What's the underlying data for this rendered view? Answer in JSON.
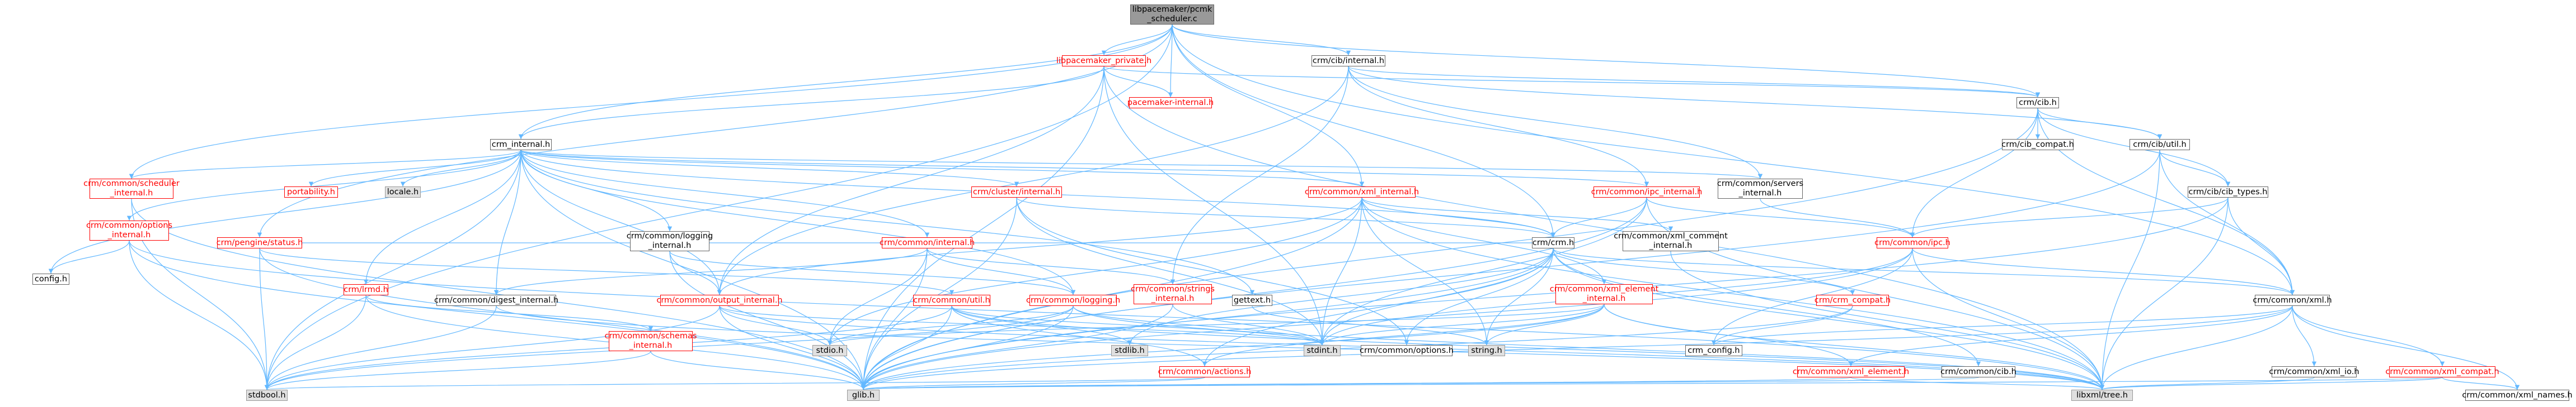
{
  "colors": {
    "edge": "#63b8ff",
    "root_fill": "#999999",
    "grey_fill": "#e0e0e0",
    "red_text": "#ff0000",
    "border": "#666666"
  },
  "nodes": [
    {
      "id": "scheduler",
      "label": "libpacemaker/pcmk\n_scheduler.c",
      "style": "root"
    },
    {
      "id": "libpm_private",
      "label": "libpacemaker_private.h",
      "style": "red"
    },
    {
      "id": "cib_internal",
      "label": "crm/cib/internal.h",
      "style": "plain"
    },
    {
      "id": "pm_internal",
      "label": "pacemaker-internal.h",
      "style": "red"
    },
    {
      "id": "crm_cib",
      "label": "crm/cib.h",
      "style": "plain"
    },
    {
      "id": "crm_internal",
      "label": "crm_internal.h",
      "style": "plain"
    },
    {
      "id": "cib_compat",
      "label": "crm/cib_compat.h",
      "style": "plain"
    },
    {
      "id": "cib_util",
      "label": "crm/cib/util.h",
      "style": "plain"
    },
    {
      "id": "sched_internal",
      "label": "crm/common/scheduler\n_internal.h",
      "style": "red"
    },
    {
      "id": "portability",
      "label": "portability.h",
      "style": "red"
    },
    {
      "id": "locale",
      "label": "locale.h",
      "style": "grey"
    },
    {
      "id": "cluster_internal",
      "label": "crm/cluster/internal.h",
      "style": "red"
    },
    {
      "id": "xml_internal",
      "label": "crm/common/xml_internal.h",
      "style": "red"
    },
    {
      "id": "ipc_internal",
      "label": "crm/common/ipc_internal.h",
      "style": "red"
    },
    {
      "id": "servers_internal",
      "label": "crm/common/servers\n_internal.h",
      "style": "plain"
    },
    {
      "id": "cib_types",
      "label": "crm/cib/cib_types.h",
      "style": "plain"
    },
    {
      "id": "options_internal",
      "label": "crm/common/options\n_internal.h",
      "style": "red"
    },
    {
      "id": "pengine_status",
      "label": "crm/pengine/status.h",
      "style": "red"
    },
    {
      "id": "logging_internal",
      "label": "crm/common/logging\n_internal.h",
      "style": "plain"
    },
    {
      "id": "common_internal",
      "label": "crm/common/internal.h",
      "style": "red"
    },
    {
      "id": "crm_h",
      "label": "crm/crm.h",
      "style": "plain"
    },
    {
      "id": "xml_comment",
      "label": "crm/common/xml_comment\n_internal.h",
      "style": "plain"
    },
    {
      "id": "ipc_h",
      "label": "crm/common/ipc.h",
      "style": "red"
    },
    {
      "id": "config_h",
      "label": "config.h",
      "style": "plain"
    },
    {
      "id": "lrmd",
      "label": "crm/lrmd.h",
      "style": "red"
    },
    {
      "id": "digest_internal",
      "label": "crm/common/digest_internal.h",
      "style": "plain"
    },
    {
      "id": "output_internal",
      "label": "crm/common/output_internal.h",
      "style": "red"
    },
    {
      "id": "util_h",
      "label": "crm/common/util.h",
      "style": "red"
    },
    {
      "id": "logging_h",
      "label": "crm/common/logging.h",
      "style": "red"
    },
    {
      "id": "strings_internal",
      "label": "crm/common/strings\n_internal.h",
      "style": "red"
    },
    {
      "id": "gettext",
      "label": "gettext.h",
      "style": "plain"
    },
    {
      "id": "xml_element_internal",
      "label": "crm/common/xml_element\n_internal.h",
      "style": "red"
    },
    {
      "id": "crm_compat",
      "label": "crm/crm_compat.h",
      "style": "red"
    },
    {
      "id": "common_xml",
      "label": "crm/common/xml.h",
      "style": "plain"
    },
    {
      "id": "schemas_internal",
      "label": "crm/common/schemas\n_internal.h",
      "style": "red"
    },
    {
      "id": "stdio",
      "label": "stdio.h",
      "style": "grey"
    },
    {
      "id": "stdlib",
      "label": "stdlib.h",
      "style": "grey"
    },
    {
      "id": "stdint",
      "label": "stdint.h",
      "style": "grey"
    },
    {
      "id": "options_h",
      "label": "crm/common/options.h",
      "style": "plain"
    },
    {
      "id": "string_h",
      "label": "string.h",
      "style": "grey"
    },
    {
      "id": "crm_config",
      "label": "crm_config.h",
      "style": "plain"
    },
    {
      "id": "actions_h",
      "label": "crm/common/actions.h",
      "style": "red"
    },
    {
      "id": "xml_element_h",
      "label": "crm/common/xml_element.h",
      "style": "red"
    },
    {
      "id": "common_cib",
      "label": "crm/common/cib.h",
      "style": "plain"
    },
    {
      "id": "xml_io",
      "label": "crm/common/xml_io.h",
      "style": "plain"
    },
    {
      "id": "xml_compat",
      "label": "crm/common/xml_compat.h",
      "style": "red"
    },
    {
      "id": "stdbool",
      "label": "stdbool.h",
      "style": "grey"
    },
    {
      "id": "glib",
      "label": "glib.h",
      "style": "grey"
    },
    {
      "id": "libxml_tree",
      "label": "libxml/tree.h",
      "style": "grey"
    },
    {
      "id": "xml_names",
      "label": "crm/common/xml_names.h",
      "style": "plain"
    }
  ],
  "edges": [
    [
      "scheduler",
      "libpm_private"
    ],
    [
      "scheduler",
      "cib_internal"
    ],
    [
      "scheduler",
      "pm_internal"
    ],
    [
      "scheduler",
      "crm_cib"
    ],
    [
      "scheduler",
      "crm_internal"
    ],
    [
      "scheduler",
      "sched_internal"
    ],
    [
      "scheduler",
      "pengine_status"
    ],
    [
      "scheduler",
      "common_xml"
    ],
    [
      "scheduler",
      "crm_h"
    ],
    [
      "scheduler",
      "xml_internal"
    ],
    [
      "scheduler",
      "stdbool"
    ],
    [
      "libpm_private",
      "pm_internal"
    ],
    [
      "libpm_private",
      "crm_cib"
    ],
    [
      "libpm_private",
      "crm_internal"
    ],
    [
      "libpm_private",
      "glib"
    ],
    [
      "libpm_private",
      "stdint"
    ],
    [
      "libpm_private",
      "output_internal"
    ],
    [
      "libpm_private",
      "libxml_tree"
    ],
    [
      "cib_internal",
      "crm_cib"
    ],
    [
      "cib_internal",
      "ipc_internal"
    ],
    [
      "cib_internal",
      "servers_internal"
    ],
    [
      "cib_internal",
      "strings_internal"
    ],
    [
      "cib_internal",
      "output_internal"
    ],
    [
      "cib_internal",
      "cib_util"
    ],
    [
      "crm_cib",
      "cib_compat"
    ],
    [
      "crm_cib",
      "cib_util"
    ],
    [
      "crm_cib",
      "cib_types"
    ],
    [
      "crm_cib",
      "ipc_h"
    ],
    [
      "crm_cib",
      "common_xml"
    ],
    [
      "crm_cib",
      "glib"
    ],
    [
      "cib_util",
      "cib_types"
    ],
    [
      "cib_util",
      "common_xml"
    ],
    [
      "cib_util",
      "libxml_tree"
    ],
    [
      "cib_util",
      "glib"
    ],
    [
      "cib_types",
      "ipc_h"
    ],
    [
      "cib_types",
      "common_xml"
    ],
    [
      "cib_types",
      "glib"
    ],
    [
      "cib_types",
      "libxml_tree"
    ],
    [
      "crm_internal",
      "sched_internal"
    ],
    [
      "crm_internal",
      "portability"
    ],
    [
      "crm_internal",
      "locale"
    ],
    [
      "crm_internal",
      "cluster_internal"
    ],
    [
      "crm_internal",
      "xml_internal"
    ],
    [
      "crm_internal",
      "ipc_internal"
    ],
    [
      "crm_internal",
      "servers_internal"
    ],
    [
      "crm_internal",
      "options_internal"
    ],
    [
      "crm_internal",
      "logging_internal"
    ],
    [
      "crm_internal",
      "common_internal"
    ],
    [
      "crm_internal",
      "config_h"
    ],
    [
      "crm_internal",
      "lrmd"
    ],
    [
      "crm_internal",
      "digest_internal"
    ],
    [
      "crm_internal",
      "output_internal"
    ],
    [
      "crm_internal",
      "logging_h"
    ],
    [
      "crm_internal",
      "gettext"
    ],
    [
      "crm_internal",
      "stdbool"
    ],
    [
      "crm_internal",
      "glib"
    ],
    [
      "crm_internal",
      "crm_h"
    ],
    [
      "sched_internal",
      "glib"
    ],
    [
      "sched_internal",
      "stdbool"
    ],
    [
      "cluster_internal",
      "stdint"
    ],
    [
      "cluster_internal",
      "glib"
    ],
    [
      "cluster_internal",
      "crm_h"
    ],
    [
      "cluster_internal",
      "options_h"
    ],
    [
      "xml_internal",
      "crm_h"
    ],
    [
      "xml_internal",
      "xml_comment"
    ],
    [
      "xml_internal",
      "xml_element_internal"
    ],
    [
      "xml_internal",
      "output_internal"
    ],
    [
      "xml_internal",
      "stdio"
    ],
    [
      "xml_internal",
      "stdint"
    ],
    [
      "xml_internal",
      "string_h"
    ],
    [
      "xml_internal",
      "libxml_tree"
    ],
    [
      "xml_internal",
      "glib"
    ],
    [
      "ipc_internal",
      "ipc_h"
    ],
    [
      "ipc_internal",
      "crm_h"
    ],
    [
      "ipc_internal",
      "stdint"
    ],
    [
      "ipc_internal",
      "glib"
    ],
    [
      "ipc_internal",
      "libxml_tree"
    ],
    [
      "servers_internal",
      "ipc_h"
    ],
    [
      "options_internal",
      "config_h"
    ],
    [
      "options_internal",
      "glib"
    ],
    [
      "options_internal",
      "stdbool"
    ],
    [
      "options_internal",
      "libxml_tree"
    ],
    [
      "pengine_status",
      "glib"
    ],
    [
      "pengine_status",
      "stdbool"
    ],
    [
      "pengine_status",
      "util_h"
    ],
    [
      "pengine_status",
      "crm_h"
    ],
    [
      "logging_internal",
      "output_internal"
    ],
    [
      "logging_internal",
      "glib"
    ],
    [
      "logging_internal",
      "logging_h"
    ],
    [
      "common_internal",
      "strings_internal"
    ],
    [
      "common_internal",
      "logging_h"
    ],
    [
      "common_internal",
      "digest_internal"
    ],
    [
      "common_internal",
      "stdio"
    ],
    [
      "common_internal",
      "glib"
    ],
    [
      "crm_h",
      "crm_compat"
    ],
    [
      "crm_h",
      "common_xml"
    ],
    [
      "crm_h",
      "options_h"
    ],
    [
      "crm_h",
      "stdint"
    ],
    [
      "crm_h",
      "stdlib"
    ],
    [
      "crm_h",
      "string_h"
    ],
    [
      "crm_h",
      "common_cib"
    ],
    [
      "crm_h",
      "actions_h"
    ],
    [
      "crm_h",
      "glib"
    ],
    [
      "crm_h",
      "libxml_tree"
    ],
    [
      "xml_comment",
      "libxml_tree"
    ],
    [
      "ipc_h",
      "crm_config"
    ],
    [
      "ipc_h",
      "stdint"
    ],
    [
      "ipc_h",
      "libxml_tree"
    ],
    [
      "ipc_h",
      "common_xml"
    ],
    [
      "ipc_h",
      "glib"
    ],
    [
      "lrmd",
      "glib"
    ],
    [
      "lrmd",
      "stdbool"
    ],
    [
      "lrmd",
      "schemas_internal"
    ],
    [
      "digest_internal",
      "stdbool"
    ],
    [
      "digest_internal",
      "libxml_tree"
    ],
    [
      "output_internal",
      "stdio"
    ],
    [
      "output_internal",
      "stdbool"
    ],
    [
      "output_internal",
      "stdint"
    ],
    [
      "output_internal",
      "glib"
    ],
    [
      "output_internal",
      "libxml_tree"
    ],
    [
      "util_h",
      "stdlib"
    ],
    [
      "util_h",
      "stdbool"
    ],
    [
      "util_h",
      "stdint"
    ],
    [
      "util_h",
      "glib"
    ],
    [
      "util_h",
      "libxml_tree"
    ],
    [
      "util_h",
      "actions_h"
    ],
    [
      "logging_h",
      "stdio"
    ],
    [
      "logging_h",
      "glib"
    ],
    [
      "logging_h",
      "stdint"
    ],
    [
      "logging_h",
      "stdbool"
    ],
    [
      "logging_h",
      "libxml_tree"
    ],
    [
      "strings_internal",
      "stdint"
    ],
    [
      "strings_internal",
      "glib"
    ],
    [
      "gettext",
      "string_h"
    ],
    [
      "xml_element_internal",
      "stdio"
    ],
    [
      "xml_element_internal",
      "stdint"
    ],
    [
      "xml_element_internal",
      "string_h"
    ],
    [
      "xml_element_internal",
      "glib"
    ],
    [
      "xml_element_internal",
      "libxml_tree"
    ],
    [
      "xml_element_internal",
      "xml_element_h"
    ],
    [
      "xml_element_internal",
      "actions_h"
    ],
    [
      "crm_compat",
      "glib"
    ],
    [
      "crm_compat",
      "crm_config"
    ],
    [
      "common_xml",
      "crm_config"
    ],
    [
      "common_xml",
      "xml_io"
    ],
    [
      "common_xml",
      "xml_compat"
    ],
    [
      "common_xml",
      "xml_names"
    ],
    [
      "common_xml",
      "glib"
    ],
    [
      "common_xml",
      "libxml_tree"
    ],
    [
      "common_xml",
      "xml_element_h"
    ],
    [
      "schemas_internal",
      "glib"
    ],
    [
      "schemas_internal",
      "stdbool"
    ],
    [
      "actions_h",
      "stdbool"
    ],
    [
      "actions_h",
      "glib"
    ],
    [
      "xml_element_h",
      "libxml_tree"
    ],
    [
      "xml_element_h",
      "glib"
    ],
    [
      "common_cib",
      "glib"
    ],
    [
      "xml_io",
      "libxml_tree"
    ],
    [
      "xml_compat",
      "libxml_tree"
    ],
    [
      "xml_compat",
      "xml_names"
    ],
    [
      "xml_compat",
      "glib"
    ]
  ]
}
